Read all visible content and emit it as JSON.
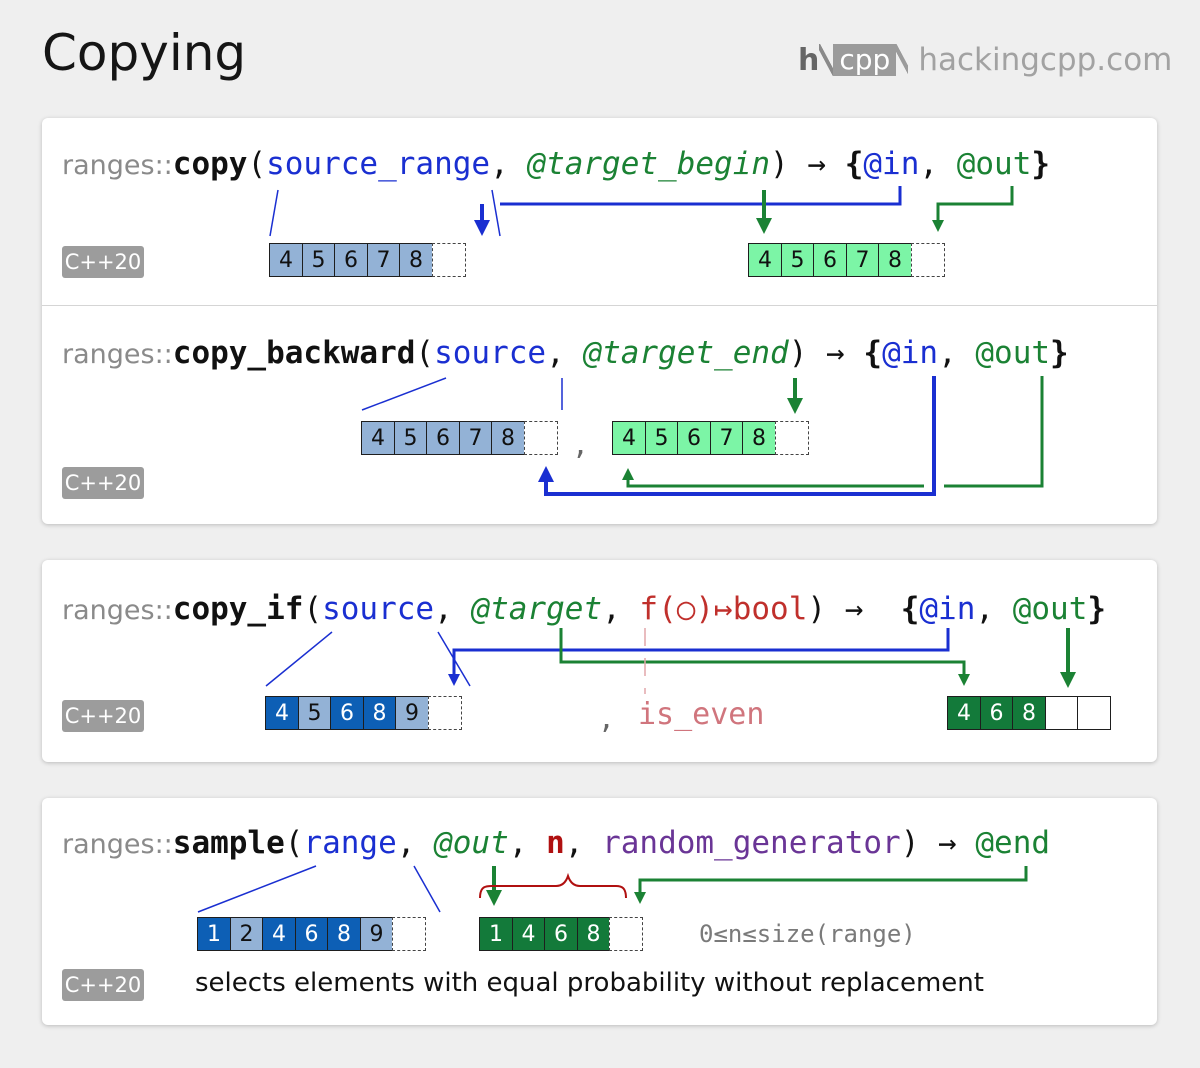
{
  "title": "Copying",
  "logo": {
    "h": "h",
    "cpp": "cpp",
    "site": "hackingcpp.com"
  },
  "badge": "C++20",
  "copy": {
    "ns": "ranges::",
    "fn": "copy",
    "open": "(",
    "src": "source_range",
    "sep1": ", ",
    "tgt": "@target_begin",
    "close": ") ",
    "arrow": "→",
    "sp": " ",
    "lb": "{",
    "in": "@in",
    "sep2": ", ",
    "out": "@out",
    "rb": "}",
    "src_cells": [
      "4",
      "5",
      "6",
      "7",
      "8"
    ],
    "dst_cells": [
      "4",
      "5",
      "6",
      "7",
      "8"
    ]
  },
  "copy_backward": {
    "ns": "ranges::",
    "fn": "copy_backward",
    "open": "(",
    "src": "source",
    "sep1": ", ",
    "tgt": "@target_end",
    "close": ") ",
    "arrow": "→",
    "sp": " ",
    "lb": "{",
    "in": "@in",
    "sep2": ", ",
    "out": "@out",
    "rb": "}",
    "src_cells": [
      "4",
      "5",
      "6",
      "7",
      "8"
    ],
    "dst_cells": [
      "4",
      "5",
      "6",
      "7",
      "8"
    ],
    "comma": ","
  },
  "copy_if": {
    "ns": "ranges::",
    "fn": "copy_if",
    "open": "(",
    "src": "source",
    "sep1": ", ",
    "tgt": "@target",
    "sep2": ", ",
    "pred": "f(○)↦bool",
    "close": ") ",
    "arrow": "→",
    "sp": "  ",
    "lb": "{",
    "in": "@in",
    "sep3": ", ",
    "out": "@out",
    "rb": "}",
    "src_cells": [
      "4",
      "5",
      "6",
      "8",
      "9"
    ],
    "dst_cells": [
      "4",
      "6",
      "8",
      "",
      ""
    ],
    "comma": ",",
    "pred_arg": "is_even"
  },
  "sample": {
    "ns": "ranges::",
    "fn": "sample",
    "open": "(",
    "range": "range",
    "sep1": ", ",
    "out": "@out",
    "sep2": ", ",
    "n": "n",
    "sep3": ", ",
    "gen": "random_generator",
    "close": ") ",
    "arrow": "→",
    "sp": " ",
    "ret": "@end",
    "src_cells": [
      "1",
      "2",
      "4",
      "6",
      "8",
      "9"
    ],
    "dst_cells": [
      "1",
      "4",
      "6",
      "8"
    ],
    "condition": "0≤n≤size(range)",
    "description": "selects elements with equal probability without replacement"
  },
  "colors": {
    "source": "#1a2fd1",
    "target": "#1b8234",
    "predicate": "#c0302c",
    "generator": "#6a3596"
  }
}
